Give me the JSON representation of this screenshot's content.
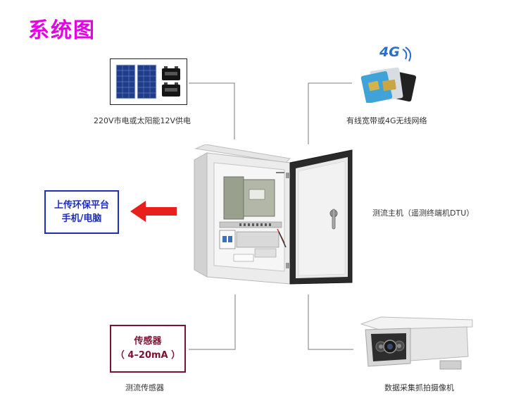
{
  "title": "系统图",
  "power": {
    "caption": "220V市电或太阳能12V供电"
  },
  "network": {
    "badge": "4G",
    "caption": "有线宽带或4G无线网络"
  },
  "platform": {
    "line1": "上传环保平台",
    "line2": "手机/电脑"
  },
  "host": {
    "caption": "测流主机（遥测终端机DTU）"
  },
  "sensor": {
    "line1": "传感器",
    "line2": "（ 4–20mA ）",
    "caption": "测流传感器"
  },
  "camera": {
    "caption": "数据采集抓拍摄像机"
  },
  "colors": {
    "title": "#e600e6",
    "platform_border": "#1f2fb8",
    "sensor_border": "#7a1230",
    "arrow": "#e8201c",
    "connector": "#999999"
  }
}
